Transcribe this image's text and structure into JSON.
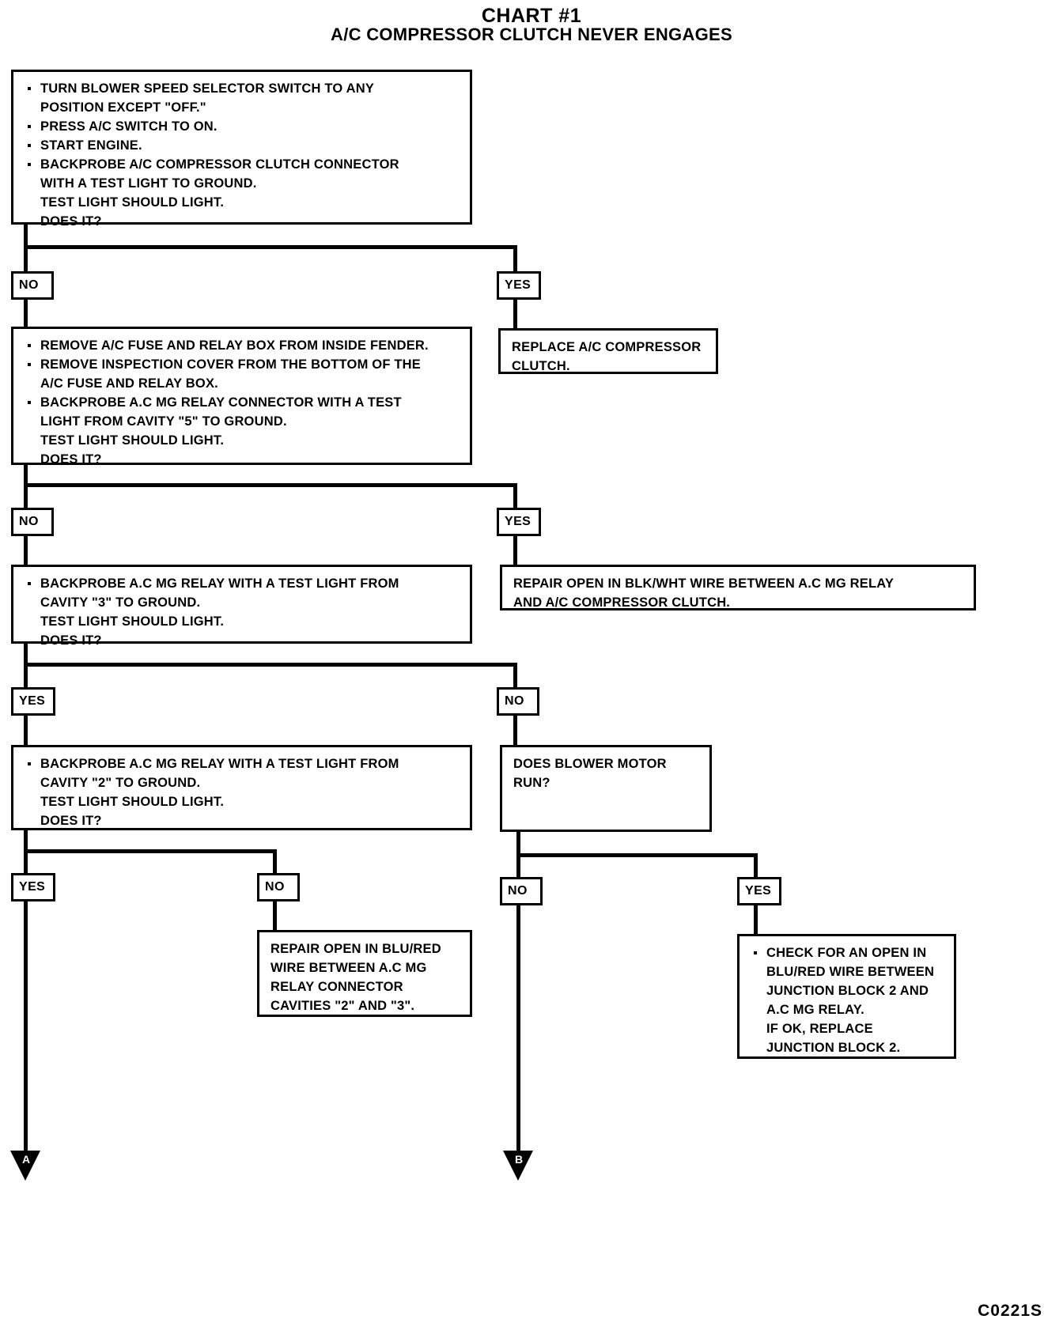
{
  "chart_data": {
    "type": "diagram",
    "title": "CHART #1",
    "subtitle": "A/C COMPRESSOR CLUTCH NEVER ENGAGES",
    "footer_code": "C0221S",
    "nodes": [
      {
        "id": "n1",
        "kind": "action",
        "lines": [
          {
            "bullet": true,
            "text": "TURN BLOWER SPEED SELECTOR SWITCH TO ANY"
          },
          {
            "bullet": false,
            "text": "POSITION EXCEPT \"OFF.\""
          },
          {
            "bullet": true,
            "text": "PRESS A/C SWITCH TO ON."
          },
          {
            "bullet": true,
            "text": "START ENGINE."
          },
          {
            "bullet": true,
            "text": "BACKPROBE A/C COMPRESSOR CLUTCH CONNECTOR"
          },
          {
            "bullet": false,
            "text": "WITH A TEST LIGHT TO GROUND."
          },
          {
            "bullet": false,
            "text": "TEST LIGHT SHOULD LIGHT."
          },
          {
            "bullet": false,
            "text": "DOES IT?"
          }
        ]
      },
      {
        "id": "n2",
        "kind": "action",
        "lines": [
          {
            "bullet": true,
            "text": "REMOVE A/C FUSE AND RELAY BOX FROM INSIDE FENDER."
          },
          {
            "bullet": true,
            "text": "REMOVE INSPECTION COVER FROM THE BOTTOM OF THE"
          },
          {
            "bullet": false,
            "text": "A/C FUSE AND RELAY BOX."
          },
          {
            "bullet": true,
            "text": "BACKPROBE A.C MG RELAY CONNECTOR WITH A TEST"
          },
          {
            "bullet": false,
            "text": "LIGHT FROM CAVITY \"5\" TO GROUND."
          },
          {
            "bullet": false,
            "text": "TEST LIGHT SHOULD LIGHT."
          },
          {
            "bullet": false,
            "text": "DOES IT?"
          }
        ]
      },
      {
        "id": "n3",
        "kind": "result",
        "lines": [
          {
            "bullet": false,
            "text": "REPLACE A/C COMPRESSOR"
          },
          {
            "bullet": false,
            "text": "CLUTCH."
          }
        ]
      },
      {
        "id": "n4",
        "kind": "action",
        "lines": [
          {
            "bullet": true,
            "text": "BACKPROBE A.C MG RELAY WITH A TEST LIGHT FROM"
          },
          {
            "bullet": false,
            "text": "CAVITY \"3\" TO GROUND."
          },
          {
            "bullet": false,
            "text": "TEST LIGHT SHOULD LIGHT."
          },
          {
            "bullet": false,
            "text": "DOES IT?"
          }
        ]
      },
      {
        "id": "n5",
        "kind": "result",
        "lines": [
          {
            "bullet": false,
            "text": "REPAIR OPEN IN BLK/WHT WIRE BETWEEN A.C MG RELAY"
          },
          {
            "bullet": false,
            "text": "AND A/C COMPRESSOR CLUTCH."
          }
        ]
      },
      {
        "id": "n6",
        "kind": "action",
        "lines": [
          {
            "bullet": true,
            "text": "BACKPROBE A.C MG RELAY WITH A TEST LIGHT FROM"
          },
          {
            "bullet": false,
            "text": "CAVITY \"2\" TO GROUND."
          },
          {
            "bullet": false,
            "text": "TEST LIGHT SHOULD LIGHT."
          },
          {
            "bullet": false,
            "text": "DOES IT?"
          }
        ]
      },
      {
        "id": "n7",
        "kind": "question",
        "lines": [
          {
            "bullet": false,
            "text": "DOES BLOWER MOTOR"
          },
          {
            "bullet": false,
            "text": "RUN?"
          }
        ]
      },
      {
        "id": "n8",
        "kind": "result",
        "lines": [
          {
            "bullet": false,
            "text": "REPAIR OPEN IN BLU/RED"
          },
          {
            "bullet": false,
            "text": "WIRE BETWEEN A.C MG"
          },
          {
            "bullet": false,
            "text": "RELAY CONNECTOR"
          },
          {
            "bullet": false,
            "text": "CAVITIES \"2\" AND \"3\"."
          }
        ]
      },
      {
        "id": "n9",
        "kind": "result",
        "lines": [
          {
            "bullet": true,
            "text": "CHECK FOR AN OPEN IN"
          },
          {
            "bullet": false,
            "text": "BLU/RED WIRE BETWEEN"
          },
          {
            "bullet": false,
            "text": "JUNCTION BLOCK 2 AND"
          },
          {
            "bullet": false,
            "text": "A.C MG RELAY."
          },
          {
            "bullet": false,
            "text": "IF OK, REPLACE"
          },
          {
            "bullet": false,
            "text": "JUNCTION BLOCK 2."
          }
        ]
      }
    ],
    "decisions": [
      {
        "id": "d1",
        "label": "NO"
      },
      {
        "id": "d2",
        "label": "YES"
      },
      {
        "id": "d3",
        "label": "NO"
      },
      {
        "id": "d4",
        "label": "YES"
      },
      {
        "id": "d5",
        "label": "YES"
      },
      {
        "id": "d6",
        "label": "NO"
      },
      {
        "id": "d7",
        "label": "YES"
      },
      {
        "id": "d8",
        "label": "NO"
      },
      {
        "id": "d9",
        "label": "NO"
      },
      {
        "id": "d10",
        "label": "YES"
      }
    ],
    "connectors": [
      {
        "id": "c1",
        "label": "A"
      },
      {
        "id": "c2",
        "label": "B"
      }
    ]
  }
}
